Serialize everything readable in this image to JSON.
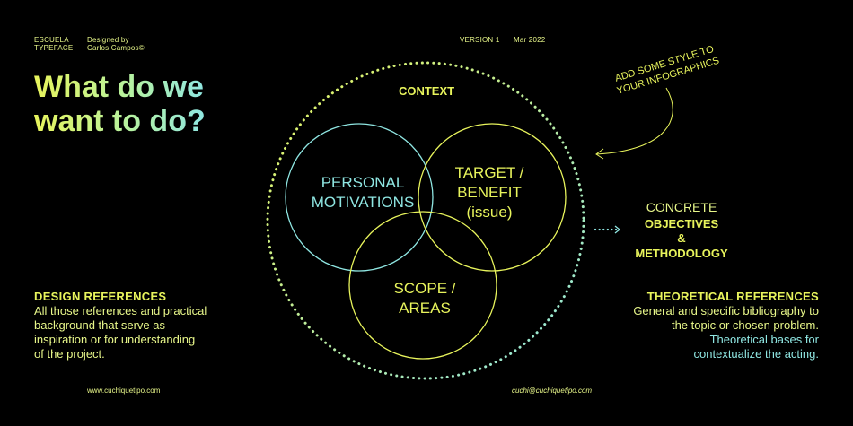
{
  "header": {
    "brand_line1": "ESCUELA",
    "brand_line2": "TYPEFACE",
    "designed_line1": "Designed by",
    "designed_line2": "Carlos Campos©",
    "version": "VERSION 1",
    "date": "Mar 2022"
  },
  "title": "What do we\nwant to do?",
  "callout": {
    "line1": "ADD SOME STYLE TO",
    "line2": "YOUR INFOGRAPHICS"
  },
  "diagram": {
    "context": "CONTEXT",
    "personal_line1": "PERSONAL",
    "personal_line2": "MOTIVATIONS",
    "target_line1": "TARGET /",
    "target_line2": "BENEFIT",
    "target_line3": "(issue)",
    "scope_line1": "SCOPE /",
    "scope_line2": "AREAS"
  },
  "outcome": {
    "line1": "CONCRETE",
    "line2": "OBJECTIVES",
    "line3": "&",
    "line4": "METHODOLOGY"
  },
  "design_refs": {
    "heading": "DESIGN REFERENCES",
    "body_line1": "All those references and practical",
    "body_line2": "background that serve as",
    "body_line3": "inspiration or for understanding",
    "body_line4": "of the project."
  },
  "theoretical_refs": {
    "heading": "THEORETICAL REFERENCES",
    "body_line1": "General and specific bibliography to",
    "body_line2": "the topic or chosen problem.",
    "body_line3": "Theoretical bases for",
    "body_line4": "contextualize the acting."
  },
  "footer": {
    "website": "www.cuchiquetipo.com",
    "email": "cuchi@cuchiquetipo.com"
  },
  "colors": {
    "background": "#000000",
    "yellow": "#e8f45c",
    "cyan": "#8fe6e2",
    "mint": "#b6f2a0"
  }
}
